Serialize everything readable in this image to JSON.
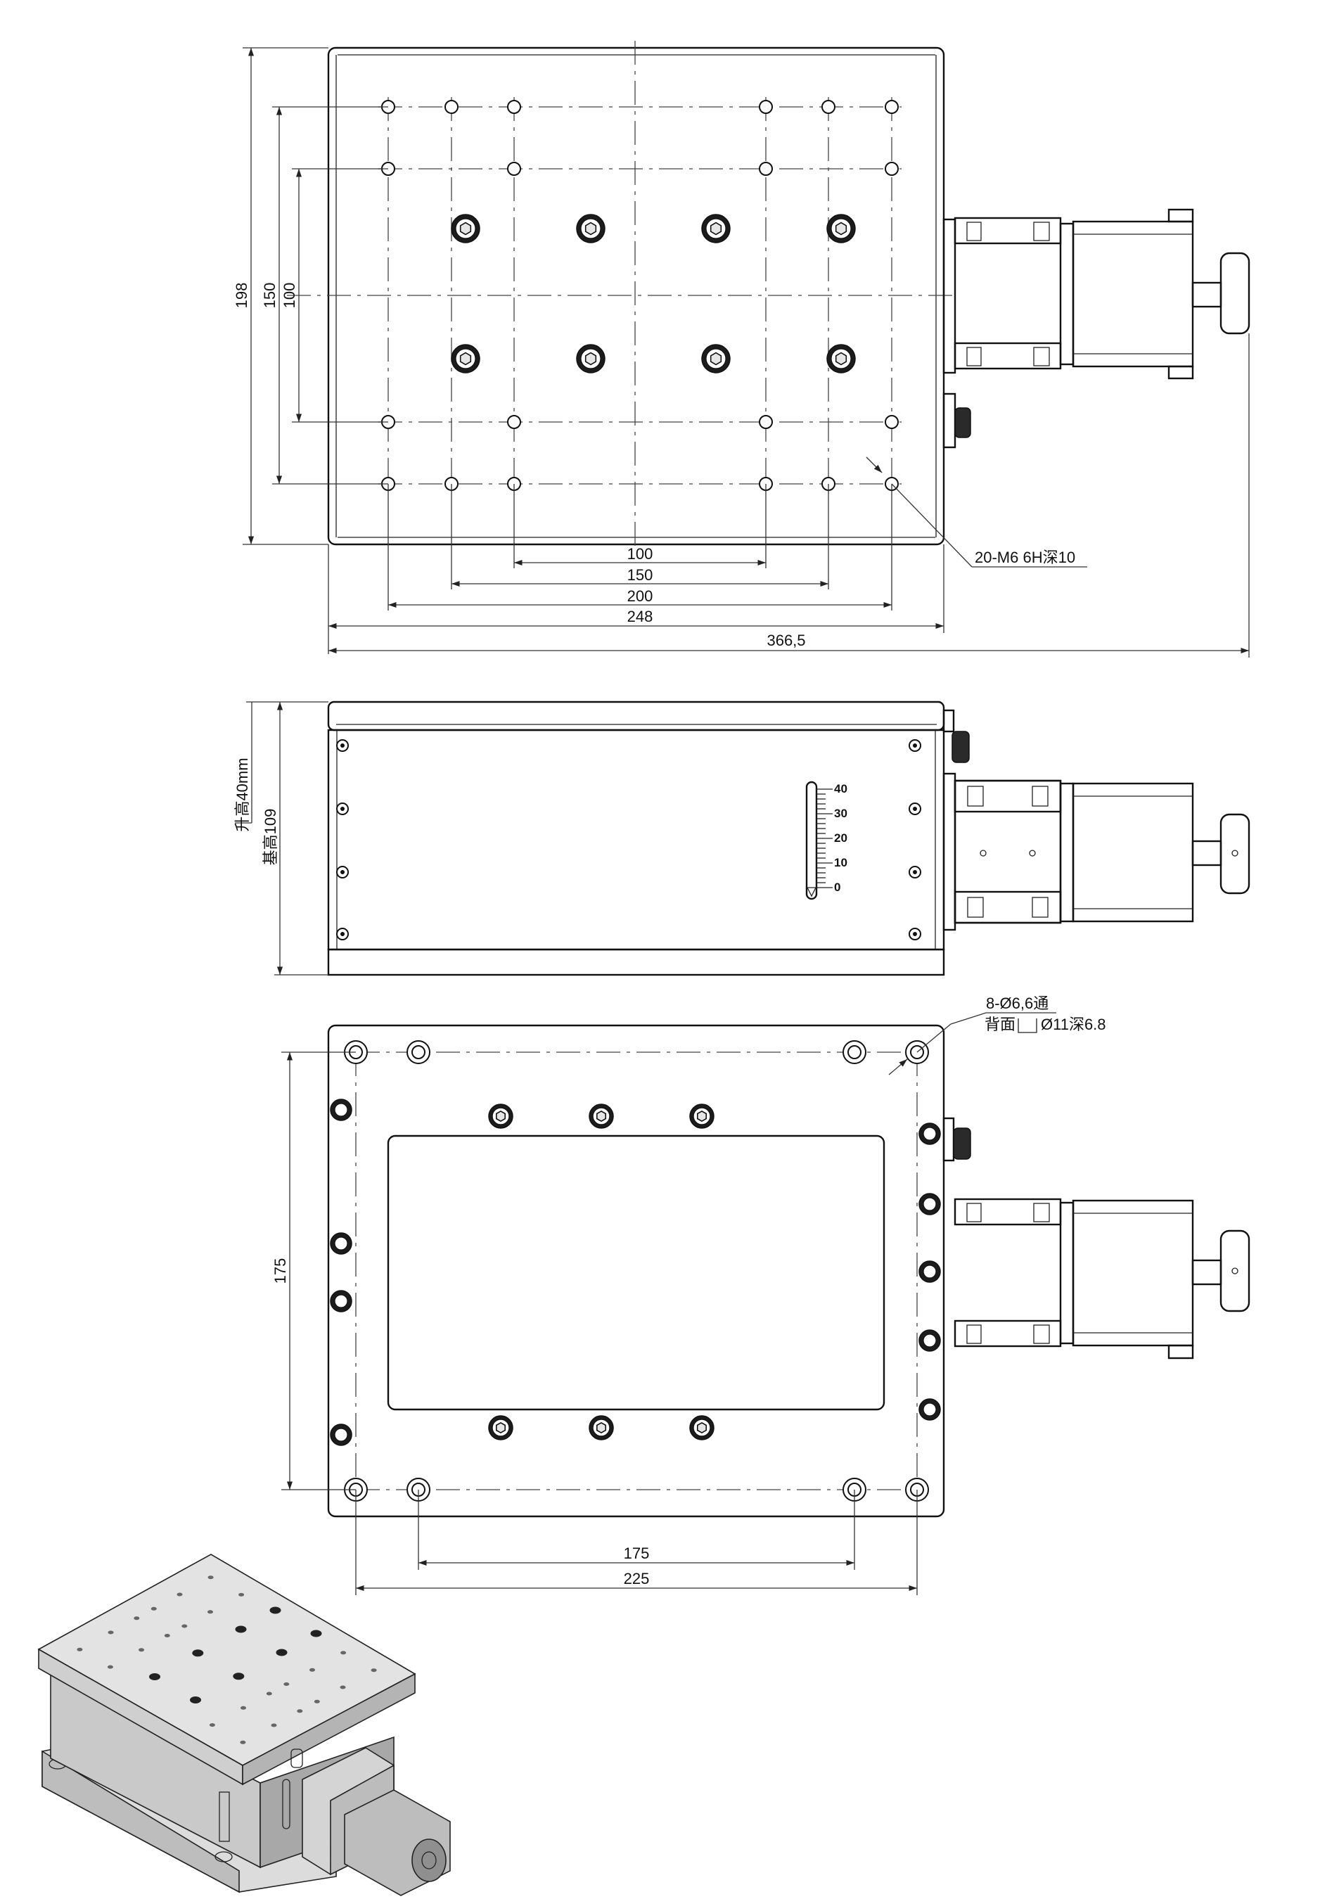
{
  "top_view": {
    "dims": {
      "height_total": "198",
      "height_150": "150",
      "height_100": "100",
      "width_100": "100",
      "width_150": "150",
      "width_200": "200",
      "width_248": "248",
      "width_total": "366,5"
    },
    "hole_callout": "20-M6 6H深10"
  },
  "side_view": {
    "lift_label": "升高40mm",
    "base_label": "基高109",
    "scale_ticks": [
      "40",
      "30",
      "20",
      "10",
      "0"
    ]
  },
  "bottom_view": {
    "hole_callout_line1": "8-Ø6,6通",
    "hole_callout_line2": "背面",
    "hole_callout_line3": "Ø11深6.8",
    "dims": {
      "height_175": "175",
      "width_175": "175",
      "width_225": "225"
    }
  }
}
